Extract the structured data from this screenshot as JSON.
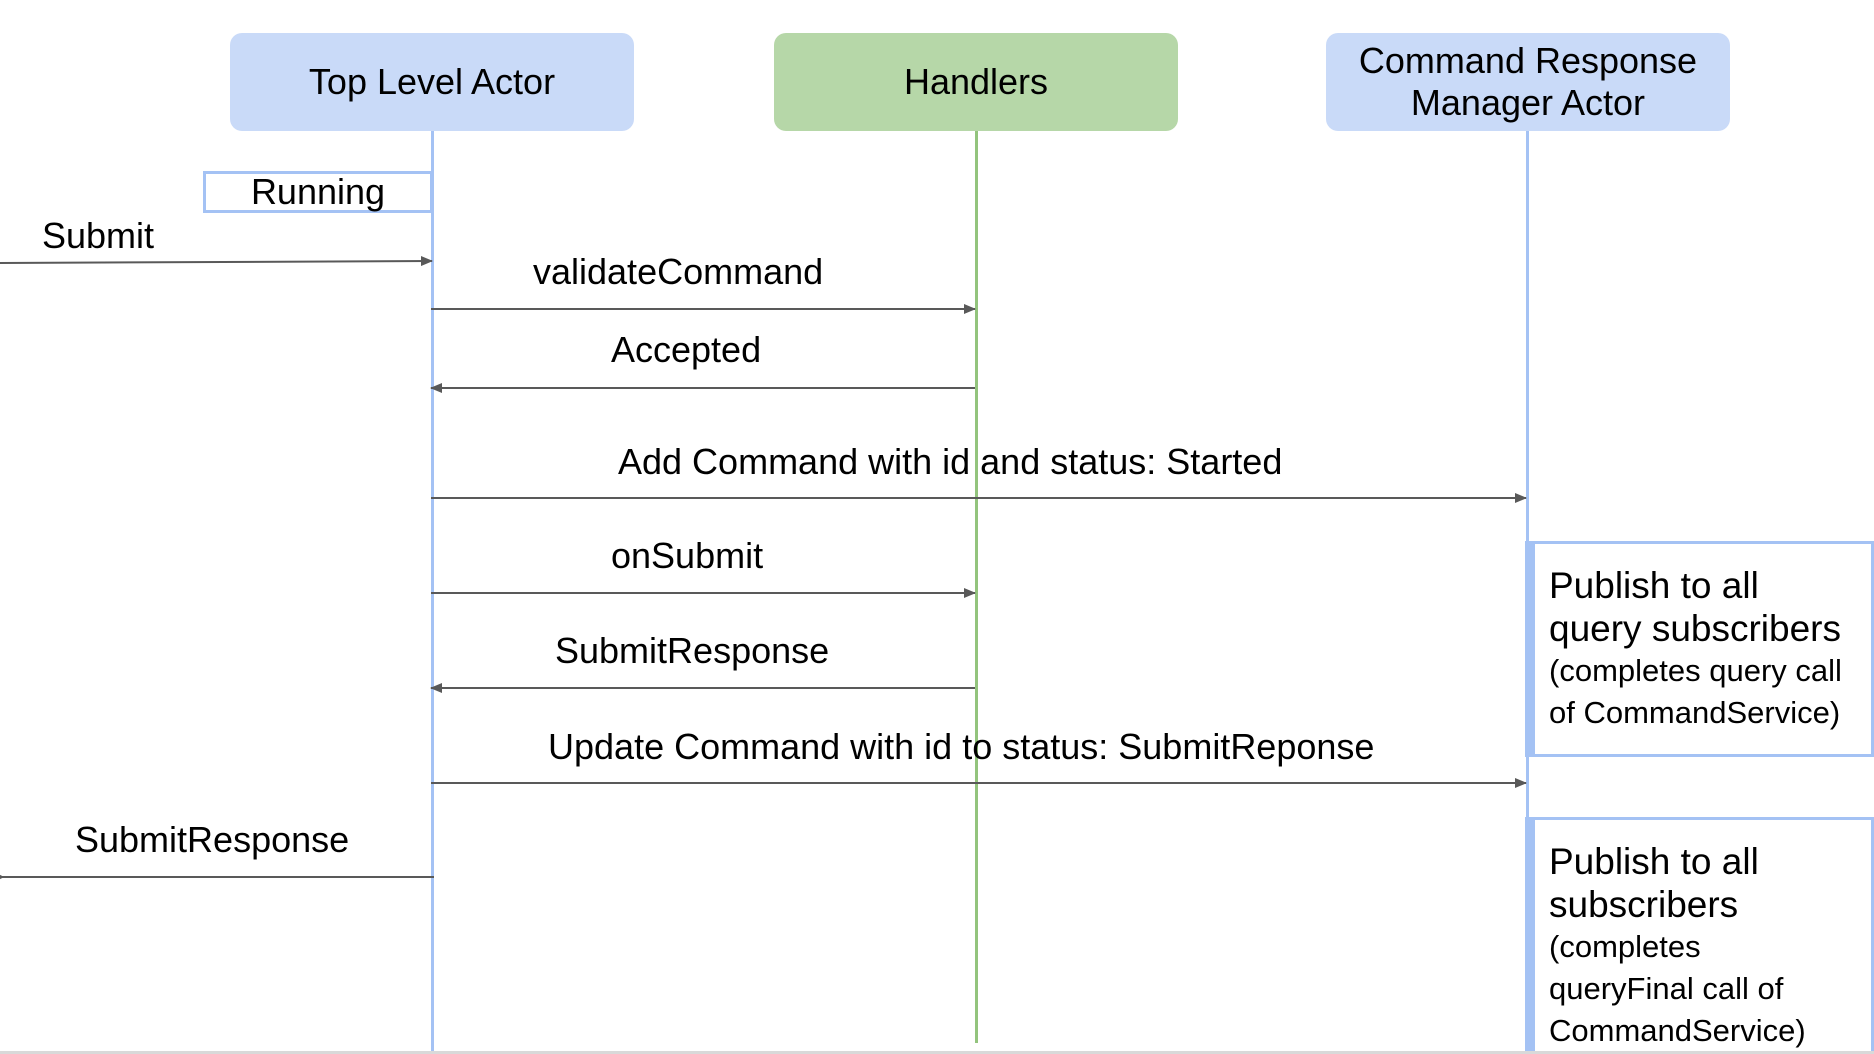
{
  "actors": {
    "top_level": "Top Level Actor",
    "handlers": "Handlers",
    "crm_line1": "Command Response",
    "crm_line2": "Manager Actor"
  },
  "state_label": "Running",
  "messages": {
    "submit": "Submit",
    "validate_command": "validateCommand",
    "accepted": "Accepted",
    "add_command": "Add Command with id and status: Started",
    "on_submit": "onSubmit",
    "submit_response_handler": "SubmitResponse",
    "update_command": "Update Command with id to status: SubmitReponse",
    "submit_response_out": "SubmitResponse"
  },
  "notes": {
    "publish_query": {
      "line1": "Publish to all",
      "line2": "query subscribers",
      "paren_line1": "(completes query call",
      "paren_line2": "of CommandService)"
    },
    "publish_final": {
      "line1": "Publish to all",
      "line2": "subscribers",
      "paren_line1": "(completes",
      "paren_line2": "queryFinal call of",
      "paren_line3": "CommandService)"
    }
  },
  "colors": {
    "actor_blue": "#c9daf8",
    "actor_green": "#b6d7a8",
    "lifeline_blue": "#a4c2f4",
    "lifeline_green": "#93c47d",
    "arrow": "#595959"
  }
}
